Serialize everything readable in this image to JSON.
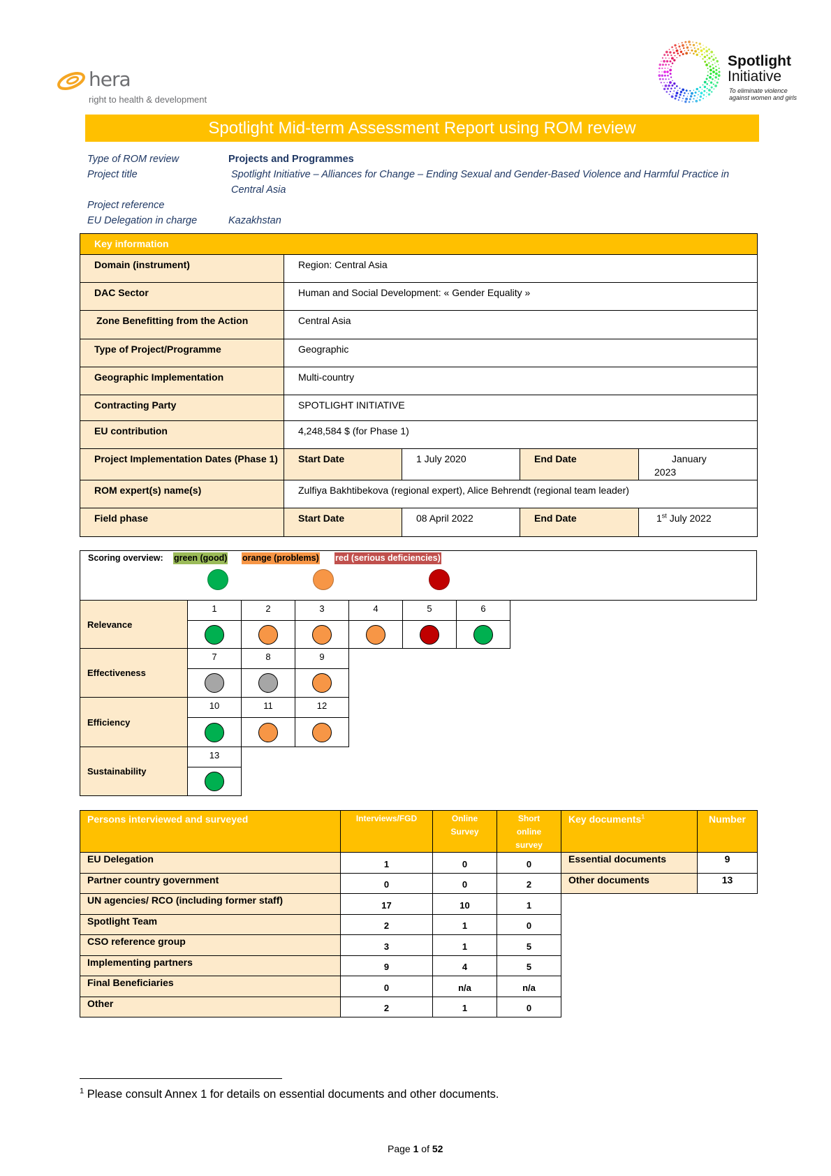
{
  "header": {
    "hera_brand": "hera",
    "hera_tagline": "right to health & development",
    "spotlight_name_1": "Spotlight",
    "spotlight_name_2": "Initiative",
    "spotlight_tagline_1": "To eliminate violence",
    "spotlight_tagline_2": "against women and girls"
  },
  "title": "Spotlight Mid-term Assessment Report using ROM review",
  "meta": {
    "rom_type": {
      "label": "Type of ROM review",
      "value": "Projects and Programmes"
    },
    "project_title": {
      "label": "Project title",
      "value": "Spotlight Initiative – Alliances for Change – Ending Sexual and Gender-Based Violence and Harmful Practice in Central Asia"
    },
    "project_reference": {
      "label": "Project reference",
      "value": ""
    },
    "eu_delegation": {
      "label": "EU Delegation in charge",
      "value": "Kazakhstan"
    }
  },
  "key_info": {
    "heading": "Key information",
    "domain": {
      "label": "Domain (instrument)",
      "value": "Region: Central Asia"
    },
    "dac_sector": {
      "label": "DAC Sector",
      "value": "Human and Social Development: « Gender Equality »"
    },
    "zone": {
      "label": "Zone Benefitting from the Action",
      "value": "Central Asia"
    },
    "project_type": {
      "label": "Type of Project/Programme",
      "value": "Geographic"
    },
    "geo_implementation": {
      "label": "Geographic Implementation",
      "value": "Multi-country"
    },
    "contracting_party": {
      "label": "Contracting Party",
      "value": "SPOTLIGHT INITIATIVE"
    },
    "eu_contribution": {
      "label": "EU contribution",
      "value": "4,248,584 $ (for Phase 1)"
    },
    "implementation_dates": {
      "label": "Project Implementation Dates (Phase 1)",
      "start_label": "Start Date",
      "start": "1 July 2020",
      "end_label": "End Date",
      "end": "January 2023"
    },
    "rom_experts": {
      "label": "ROM expert(s) name(s)",
      "value": "Zulfiya Bakhtibekova (regional expert), Alice Behrendt (regional team leader)"
    },
    "field_phase": {
      "label": "Field phase",
      "start_label": "Start Date",
      "start": "08 April 2022",
      "end_label": "End Date",
      "end_day": "1",
      "end_day_suffix": "st",
      "end_rest": " July 2022"
    }
  },
  "scoring": {
    "overview_label": "Scoring overview:",
    "legend": [
      {
        "text": "green (good)",
        "key": "green"
      },
      {
        "text": "orange (problems)",
        "key": "orange"
      },
      {
        "text": "red (serious deficiencies)",
        "key": "red"
      }
    ],
    "criteria": [
      {
        "name": "Relevance",
        "items": [
          {
            "n": "1",
            "score": "green"
          },
          {
            "n": "2",
            "score": "orange"
          },
          {
            "n": "3",
            "score": "orange"
          },
          {
            "n": "4",
            "score": "orange"
          },
          {
            "n": "5",
            "score": "red"
          },
          {
            "n": "6",
            "score": "green"
          }
        ]
      },
      {
        "name": "Effectiveness",
        "items": [
          {
            "n": "7",
            "score": "grey"
          },
          {
            "n": "8",
            "score": "grey"
          },
          {
            "n": "9",
            "score": "orange"
          }
        ]
      },
      {
        "name": "Efficiency",
        "items": [
          {
            "n": "10",
            "score": "green"
          },
          {
            "n": "11",
            "score": "orange"
          },
          {
            "n": "12",
            "score": "orange"
          }
        ]
      },
      {
        "name": "Sustainability",
        "items": [
          {
            "n": "13",
            "score": "green"
          }
        ]
      }
    ]
  },
  "persons": {
    "heading": "Persons interviewed and surveyed",
    "col_interviews": "Interviews/FGD",
    "col_online": "Online Survey",
    "col_short": "Short online survey",
    "rows": [
      {
        "label": "EU Delegation",
        "interviews": "1",
        "online": "0",
        "short": "0"
      },
      {
        "label": "Partner country government",
        "interviews": "0",
        "online": "0",
        "short": "2"
      },
      {
        "label": "UN agencies/ RCO (including former staff)",
        "interviews": "17",
        "online": "10",
        "short": "1"
      },
      {
        "label": "Spotlight Team",
        "interviews": "2",
        "online": "1",
        "short": "0"
      },
      {
        "label": "CSO reference group",
        "interviews": "3",
        "online": "1",
        "short": "5"
      },
      {
        "label": "Implementing partners",
        "interviews": "9",
        "online": "4",
        "short": "5"
      },
      {
        "label": "Final Beneficiaries",
        "interviews": "0",
        "online": "n/a",
        "short": "n/a"
      },
      {
        "label": "Other",
        "interviews": "2",
        "online": "1",
        "short": "0"
      }
    ]
  },
  "key_documents": {
    "heading": "Key documents",
    "footnote_mark": "1",
    "col_number": "Number",
    "rows": [
      {
        "label": "Essential documents",
        "number": "9"
      },
      {
        "label": "Other documents",
        "number": "13"
      }
    ]
  },
  "footnote": {
    "mark": "1",
    "text": " Please consult Annex 1 for details on essential documents and other documents."
  },
  "page": {
    "prefix": "Page ",
    "current": "1",
    "separator": " of ",
    "total": "52"
  },
  "colors": {
    "accent": "#FFC000",
    "label_fill": "#FDEACB",
    "navy": "#1F3864",
    "hera_orange": "#F5A623",
    "green": "#00B050",
    "orange": "#F79646",
    "red": "#C00000",
    "grey": "#A6A6A6",
    "legend_green": "#9BBB59",
    "legend_orange": "#F79646",
    "legend_red": "#C0504D"
  }
}
